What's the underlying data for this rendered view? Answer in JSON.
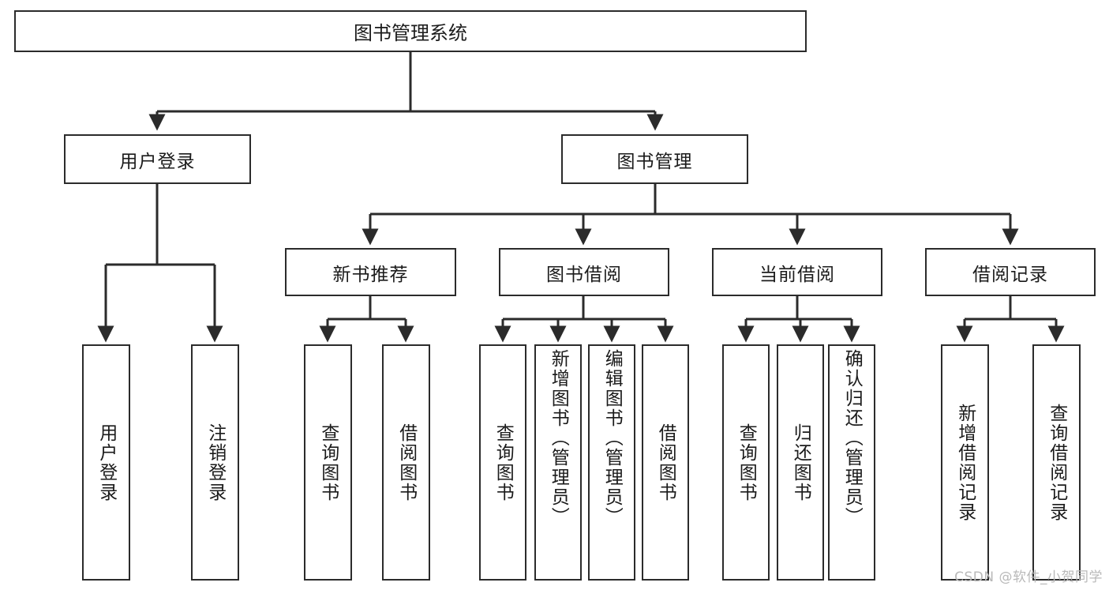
{
  "diagram": {
    "title": "图书管理系统",
    "watermark": "CSDN @软件_小贺同学",
    "stroke_color": "#2b2b2b",
    "background_color": "#ffffff",
    "text_color": "#1b1b1b",
    "watermark_color": "#b9b9b9",
    "type": "tree-hierarchy-diagram",
    "levels": 4,
    "nodes": {
      "root": {
        "label": "图书管理系统"
      },
      "level2": [
        {
          "id": "user-login",
          "label": "用户登录"
        },
        {
          "id": "book-management",
          "label": "图书管理"
        }
      ],
      "level3": [
        {
          "id": "new-book-recommend",
          "label": "新书推荐"
        },
        {
          "id": "book-borrow",
          "label": "图书借阅"
        },
        {
          "id": "current-borrow",
          "label": "当前借阅"
        },
        {
          "id": "borrow-record",
          "label": "借阅记录"
        }
      ],
      "leaves": {
        "user-login": [
          {
            "id": "leaf-user-login",
            "label": "用户登录"
          },
          {
            "id": "leaf-logout",
            "label": "注销登录"
          }
        ],
        "new-book-recommend": [
          {
            "id": "leaf-query-book-1",
            "label": "查询图书"
          },
          {
            "id": "leaf-borrow-book-1",
            "label": "借阅图书"
          }
        ],
        "book-borrow": [
          {
            "id": "leaf-query-book-2",
            "label": "查询图书"
          },
          {
            "id": "leaf-add-book",
            "label": "新增图书（管理员）"
          },
          {
            "id": "leaf-edit-book",
            "label": "编辑图书（管理员）"
          },
          {
            "id": "leaf-borrow-book-2",
            "label": "借阅图书"
          }
        ],
        "current-borrow": [
          {
            "id": "leaf-query-book-3",
            "label": "查询图书"
          },
          {
            "id": "leaf-return-book",
            "label": "归还图书"
          },
          {
            "id": "leaf-confirm-return",
            "label": "确认归还（管理员）"
          }
        ],
        "borrow-record": [
          {
            "id": "leaf-add-record",
            "label": "新增借阅记录"
          },
          {
            "id": "leaf-query-record",
            "label": "查询借阅记录"
          }
        ]
      }
    }
  }
}
